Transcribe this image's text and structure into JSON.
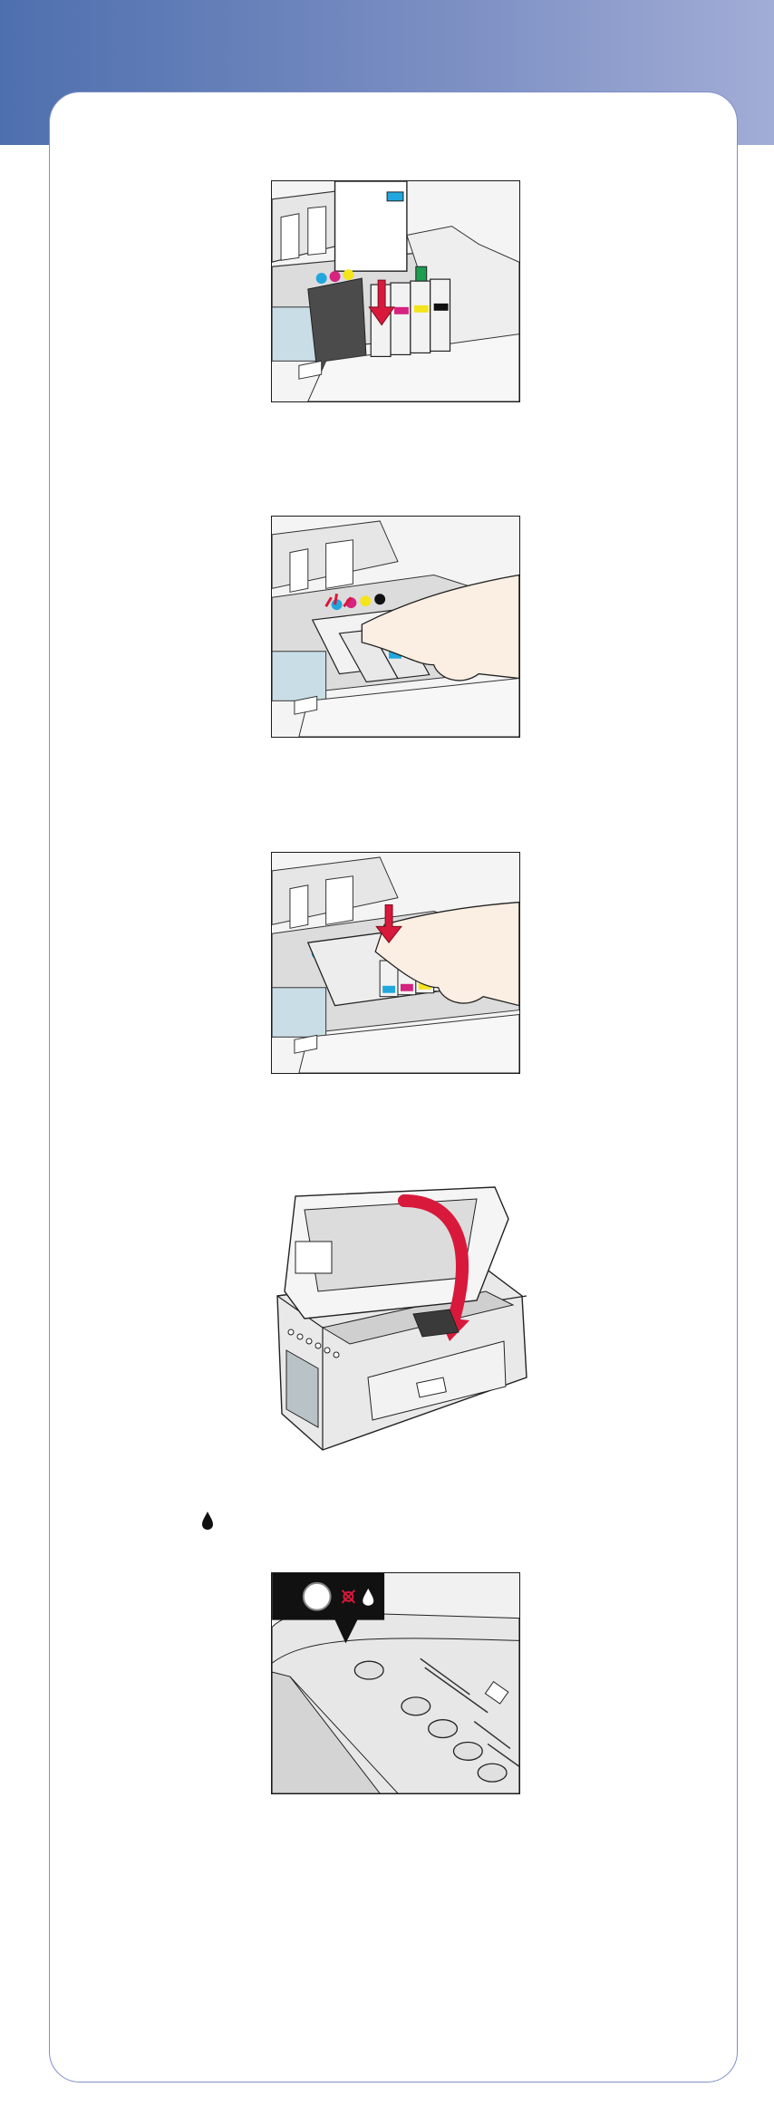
{
  "document": {
    "figures": [
      {
        "id": "install-cartridge",
        "icon": "cartridge-insert-illustration"
      },
      {
        "id": "press-cartridges",
        "icon": "press-cartridge-illustration"
      },
      {
        "id": "press-holder",
        "icon": "press-holder-illustration"
      },
      {
        "id": "close-scanner-unit",
        "icon": "close-scanner-illustration"
      },
      {
        "id": "control-panel",
        "icon": "control-panel-illustration"
      }
    ],
    "ink_symbol": "ink-drop-icon",
    "colors": {
      "band_start": "#4e6fae",
      "band_end": "#a2add6",
      "card_border": "#7f8fc8",
      "arrow_red": "#d8193b",
      "cyan": "#21a7de",
      "magenta": "#d6237f",
      "yellow": "#f4e41c",
      "black": "#111111"
    }
  }
}
